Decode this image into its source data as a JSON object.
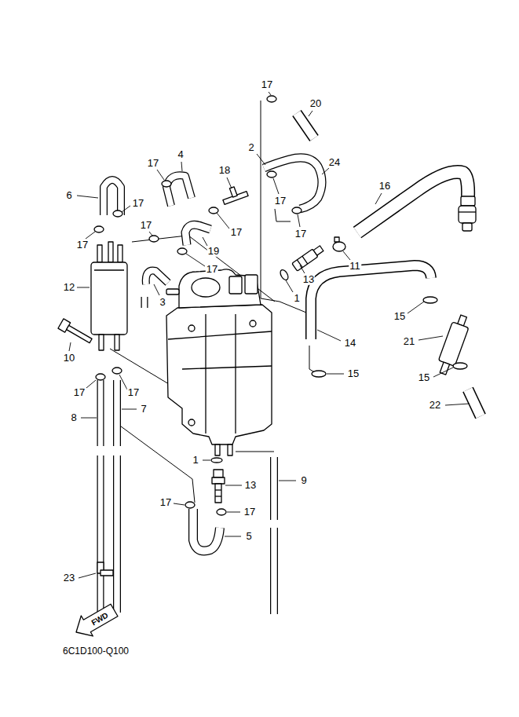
{
  "diagram": {
    "labels": [
      "17",
      "20",
      "2",
      "4",
      "24",
      "17",
      "18",
      "16",
      "6",
      "17",
      "17",
      "17",
      "17",
      "17",
      "17",
      "19",
      "11",
      "17",
      "13",
      "12",
      "1",
      "3",
      "15",
      "21",
      "14",
      "10",
      "15",
      "15",
      "17",
      "17",
      "22",
      "7",
      "8",
      "1",
      "9",
      "13",
      "17",
      "17",
      "5",
      "23",
      "FWD",
      "6C1D100-Q100"
    ]
  }
}
